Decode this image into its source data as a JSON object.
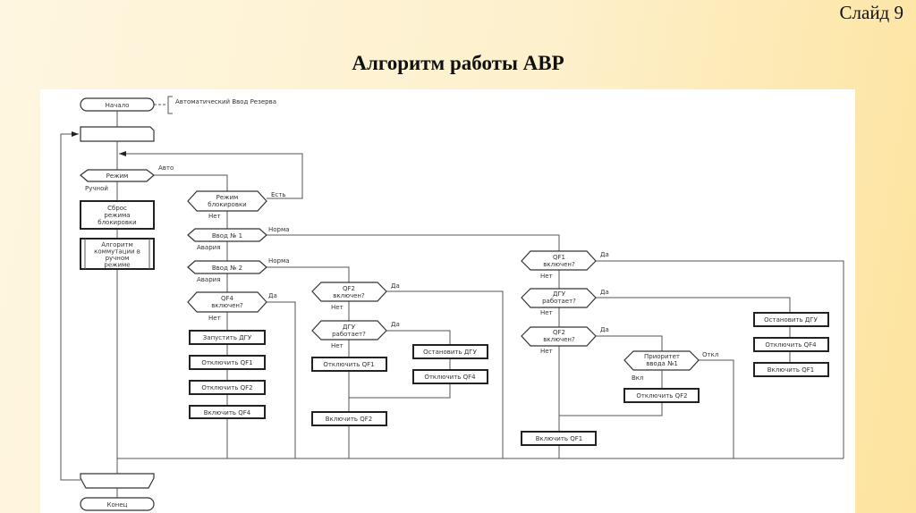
{
  "slide": {
    "number": "Слайд 9",
    "title": "Алгоритм работы АВР"
  },
  "diagram": {
    "start": "Начало",
    "annotation": "Автоматический Ввод Резерва",
    "mode": "Режим",
    "auto": "Авто",
    "manual": "Ручной",
    "reset": [
      "Сброс",
      "режима",
      "блокировки"
    ],
    "manual_algo": [
      "Алгоритм",
      "коммутации в",
      "ручном",
      "режиме"
    ],
    "block_mode": [
      "Режим",
      "блокировки"
    ],
    "est": "Есть",
    "net": "Нет",
    "norma": "Норма",
    "avaria": "Авария",
    "da": "Да",
    "input1": "Ввод № 1",
    "input2": "Ввод № 2",
    "qf4_on": [
      "QF4",
      "включен?"
    ],
    "qf2_on": [
      "QF2",
      "включен?"
    ],
    "qf1_on": [
      "QF1",
      "включен?"
    ],
    "dgu_works": [
      "ДГУ",
      "работает?"
    ],
    "priority": [
      "Приоритет",
      "ввода №1"
    ],
    "otkl": "Откл",
    "vkl": "Вкл",
    "start_dgu": "Запустить ДГУ",
    "stop_dgu": "Остановить ДГУ",
    "off_qf1": "Отключить QF1",
    "off_qf2": "Отключить QF2",
    "off_qf4": "Отключить QF4",
    "on_qf1": "Включить QF1",
    "on_qf2": "Включить QF2",
    "on_qf4": "Включить QF4",
    "end": "Конец"
  }
}
